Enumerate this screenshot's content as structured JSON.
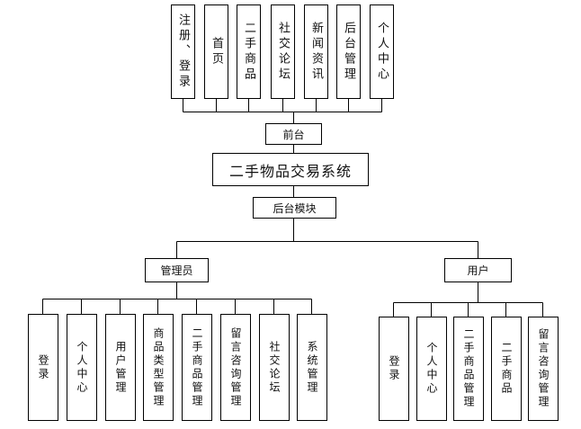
{
  "diagram": {
    "system_title": "二手物品交易系统",
    "frontend": "前台",
    "backend": "后台模块",
    "frontend_modules": [
      "注册、登录",
      "首页",
      "二手商品",
      "社交论坛",
      "新闻资讯",
      "后台管理",
      "个人中心"
    ],
    "roles": {
      "admin": {
        "label": "管理员",
        "modules": [
          "登录",
          "个人中心",
          "用户管理",
          "商品类型管理",
          "二手商品管理",
          "留言咨询管理",
          "社交论坛",
          "系统管理"
        ]
      },
      "user": {
        "label": "用户",
        "modules": [
          "登录",
          "个人中心",
          "二手商品管理",
          "二手商品",
          "留言咨询管理"
        ]
      }
    },
    "line_color": "#000000",
    "box_border_color": "#000000",
    "background": "#ffffff"
  }
}
